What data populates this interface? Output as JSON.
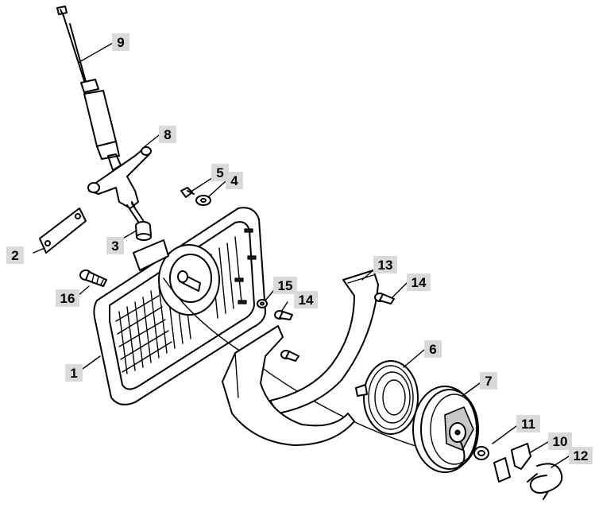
{
  "diagram": {
    "callouts": [
      {
        "id": "1",
        "text": "1"
      },
      {
        "id": "2",
        "text": "2"
      },
      {
        "id": "3",
        "text": "3"
      },
      {
        "id": "4",
        "text": "4"
      },
      {
        "id": "5",
        "text": "5"
      },
      {
        "id": "6",
        "text": "6"
      },
      {
        "id": "7",
        "text": "7"
      },
      {
        "id": "8",
        "text": "8"
      },
      {
        "id": "9",
        "text": "9"
      },
      {
        "id": "10",
        "text": "10"
      },
      {
        "id": "11",
        "text": "11"
      },
      {
        "id": "12",
        "text": "12"
      },
      {
        "id": "13",
        "text": "13"
      },
      {
        "id": "14a",
        "text": "14"
      },
      {
        "id": "14b",
        "text": "14"
      },
      {
        "id": "15",
        "text": "15"
      },
      {
        "id": "16",
        "text": "16"
      }
    ]
  }
}
